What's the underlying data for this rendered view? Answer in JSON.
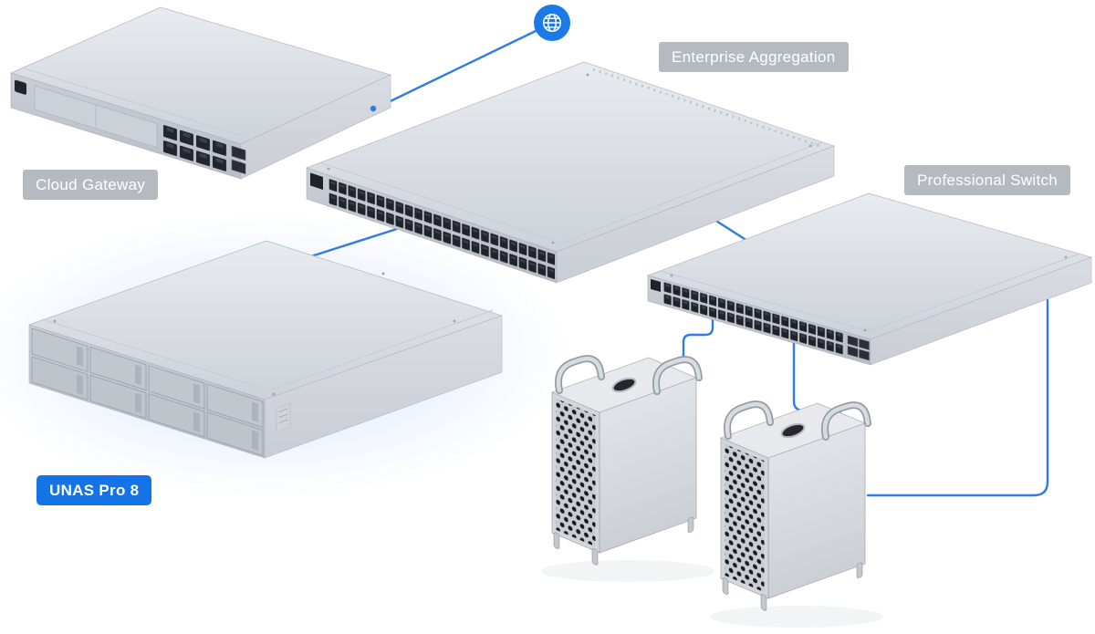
{
  "internet": {
    "icon": "globe-icon"
  },
  "devices": {
    "cloud_gateway": {
      "label": "Cloud Gateway",
      "badge_color": "#b5bac1"
    },
    "enterprise_aggregation": {
      "label": "Enterprise Aggregation",
      "badge_color": "#b5bac1"
    },
    "professional_switch": {
      "label": "Professional Switch",
      "badge_color": "#b5bac1"
    },
    "unas_pro_8": {
      "label": "UNAS Pro 8",
      "badge_color": "#1473e6"
    },
    "workstation_1": {
      "type": "tower-workstation"
    },
    "workstation_2": {
      "type": "tower-workstation"
    }
  },
  "connections": [
    {
      "from": "internet",
      "to": "cloud_gateway"
    },
    {
      "from": "enterprise_aggregation",
      "to": "unas_pro_8"
    },
    {
      "from": "enterprise_aggregation",
      "to": "professional_switch"
    },
    {
      "from": "professional_switch",
      "to": "workstation_1"
    },
    {
      "from": "professional_switch",
      "to": "workstation_2",
      "anchor": "top"
    },
    {
      "from": "professional_switch",
      "to": "workstation_2",
      "anchor": "side"
    }
  ],
  "colors": {
    "background": "#ffffff",
    "connection_line": "#2f7ce2",
    "globe_blue": "#1b79e8",
    "badge_gray": "#b5bac1",
    "badge_blue": "#1473e6",
    "badge_text": "#ffffff",
    "device_silver_light": "#e8ebef",
    "device_silver_dark": "#b9bec6"
  }
}
